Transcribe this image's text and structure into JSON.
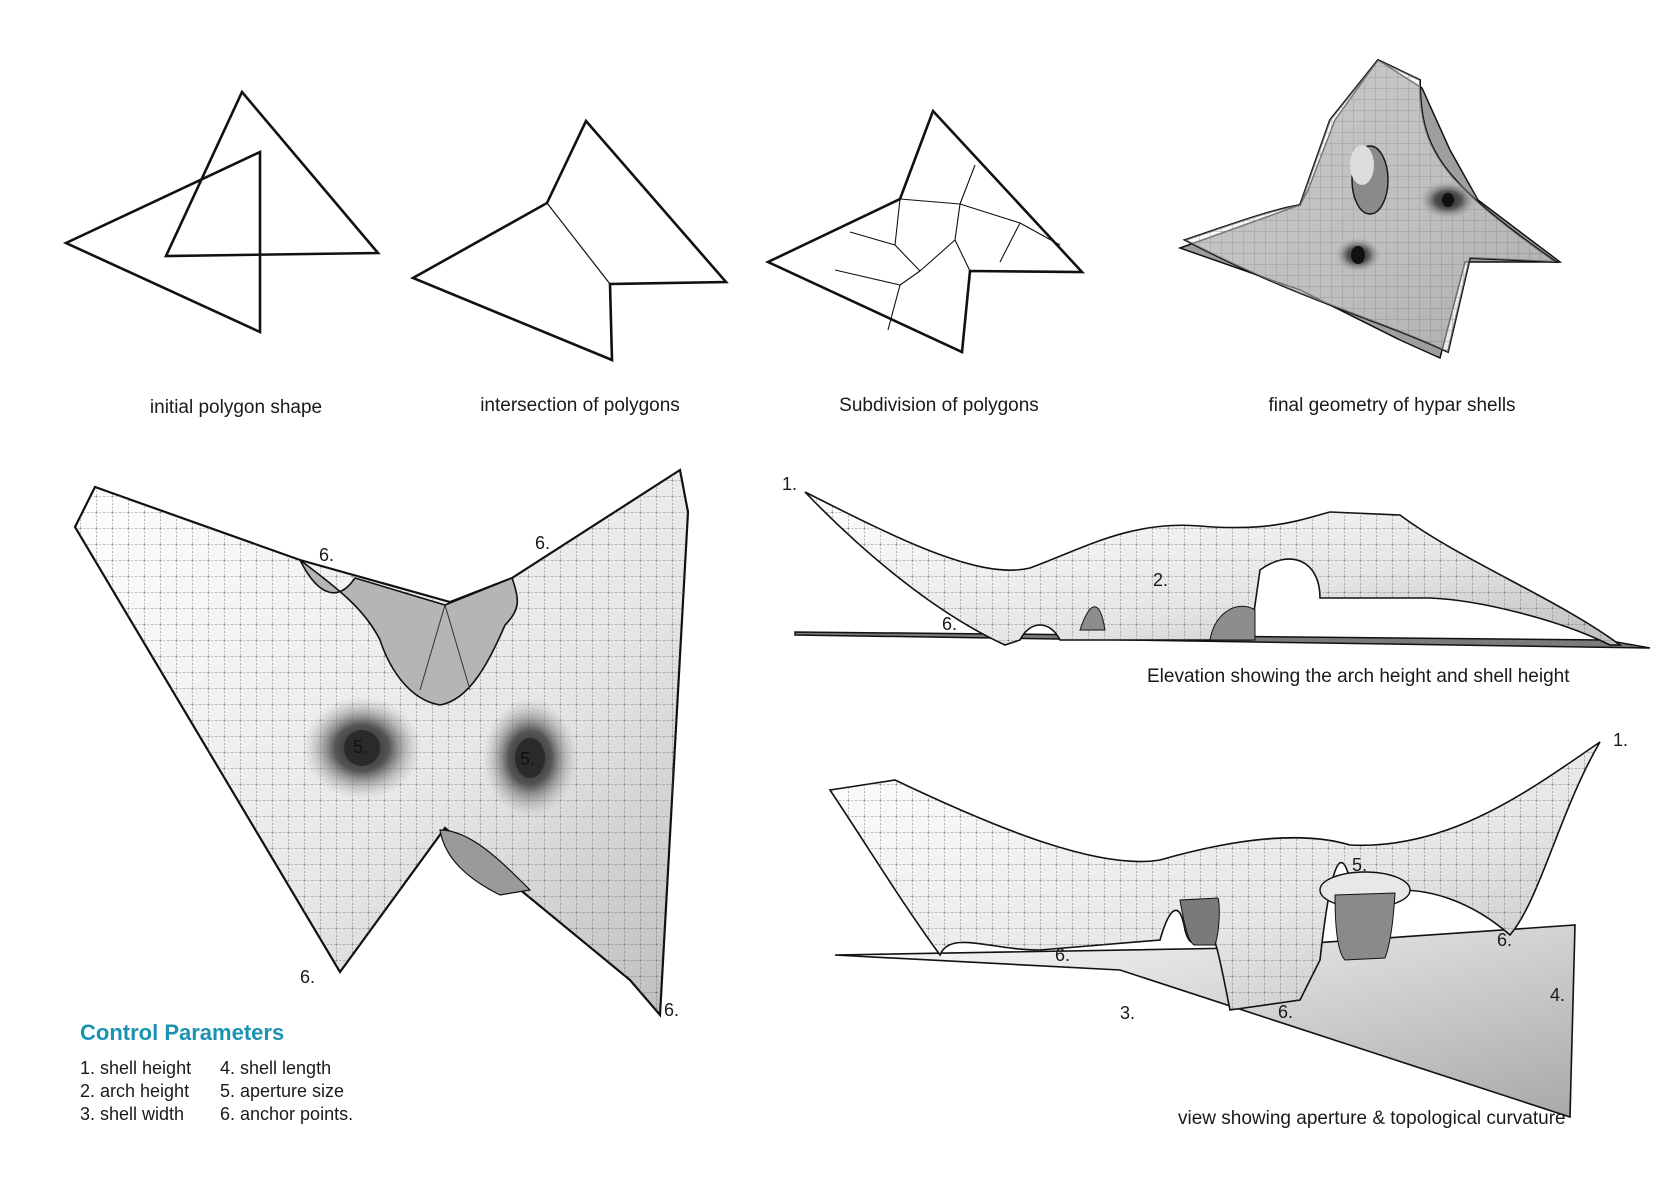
{
  "captions": {
    "initial": "initial polygon shape",
    "intersection": "intersection of polygons",
    "subdivision": "Subdivision of polygons",
    "final": "final geometry of hypar shells",
    "elevation": "Elevation showing the arch height and shell height",
    "view": "view showing aperture & topological curvature"
  },
  "markers": {
    "plan_six_a": "6.",
    "plan_six_b": "6.",
    "plan_six_c": "6.",
    "plan_six_d": "6.",
    "plan_five_a": "5.",
    "plan_five_b": "5.",
    "elev_one": "1.",
    "elev_two": "2.",
    "elev_six": "6.",
    "view_one": "1.",
    "view_five": "5.",
    "view_six_a": "6.",
    "view_six_b": "6.",
    "view_six_c": "6.",
    "view_three": "3.",
    "view_four": "4."
  },
  "params": {
    "title": "Control Parameters",
    "items": [
      "1. shell height",
      "4. shell length",
      "2. arch height",
      "5. aperture size",
      "3. shell width",
      "6. anchor points."
    ]
  },
  "colors": {
    "title": "#1a93b3",
    "line": "#111111",
    "mesh": "#555555",
    "shell": "#e4e4e4"
  }
}
